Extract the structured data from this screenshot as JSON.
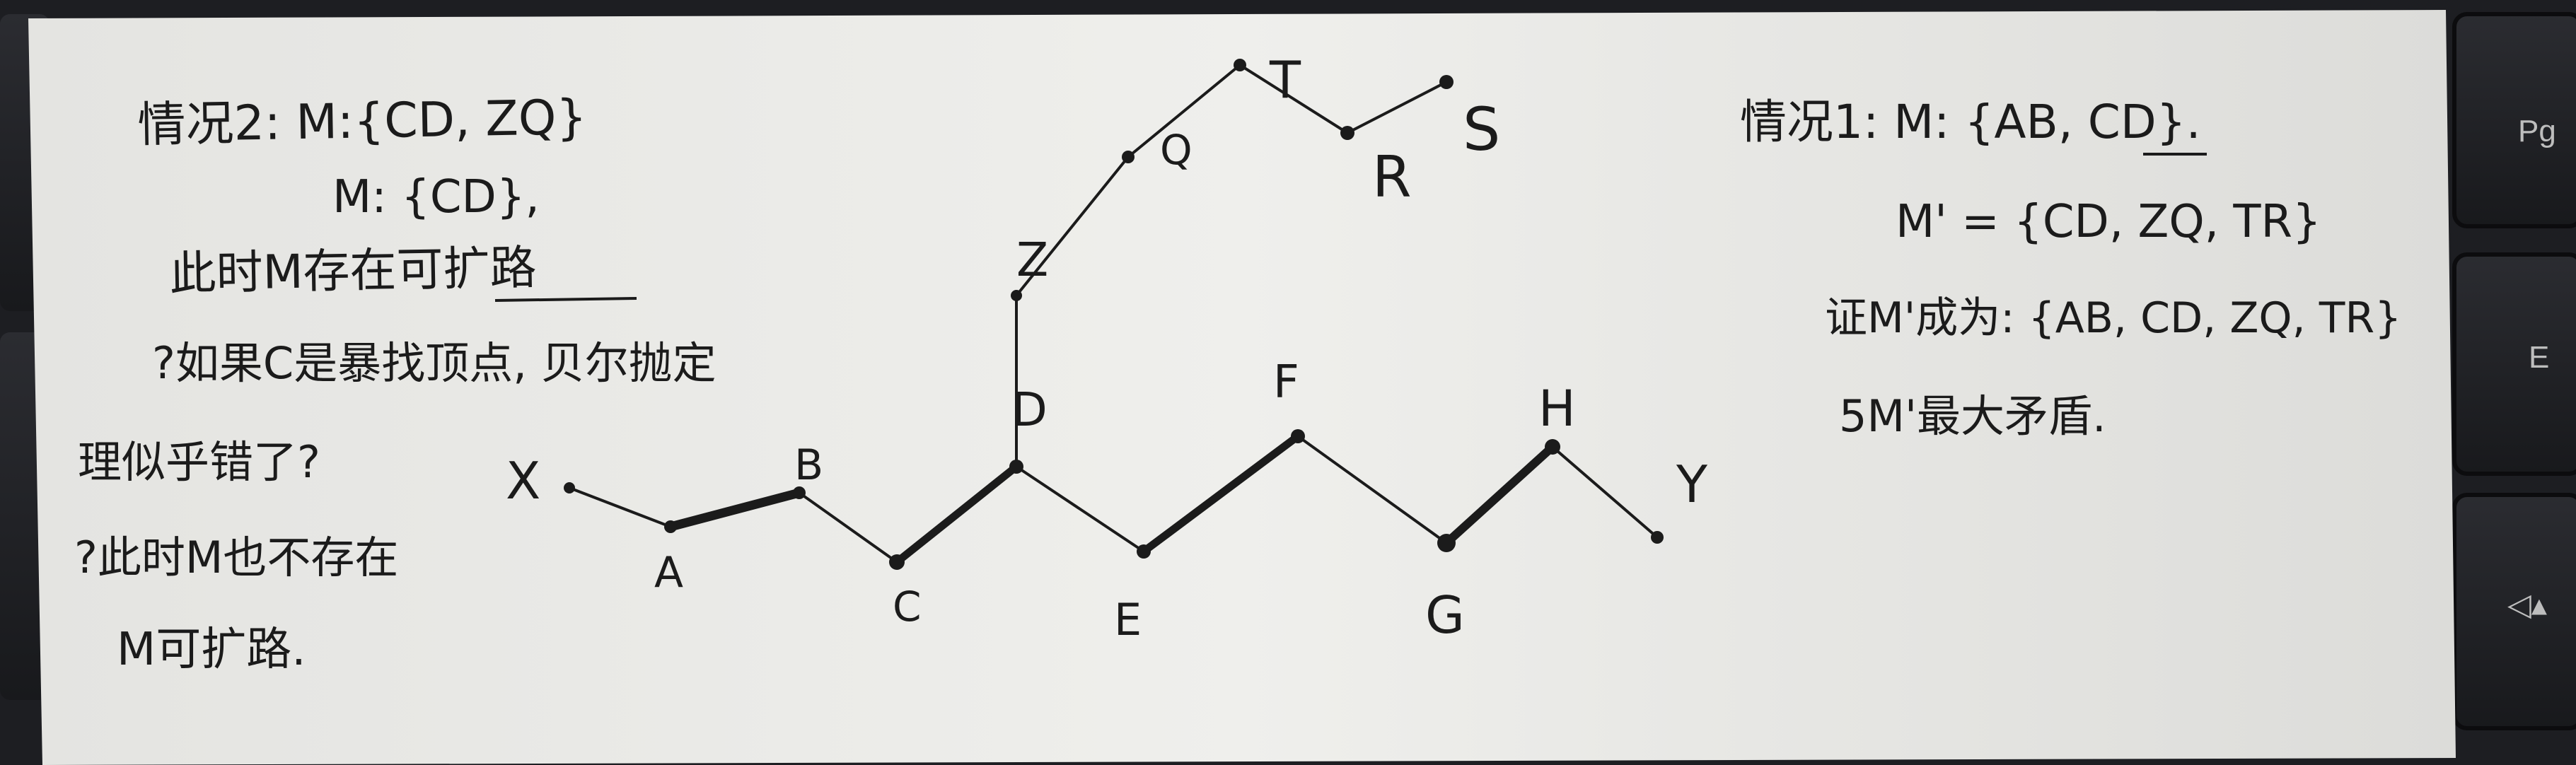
{
  "left_note": {
    "line1": "情况2: M:{CD, ZQ}",
    "line2": "M: {CD},",
    "line3": "此时M存在可扩路",
    "line4": "?如果C是暴找顶点, 贝尔抛定",
    "line5": "理似乎错了?",
    "line6": "?此时M也不存在",
    "line7": "M可扩路."
  },
  "right_note": {
    "line1": "情况1: M: {AB, CD}.",
    "line2": "M' = {CD, ZQ, TR}",
    "line3": "证M'成为: {AB, CD, ZQ, TR}",
    "line4": "5M'最大矛盾."
  },
  "graph": {
    "labels": {
      "X": "X",
      "A": "A",
      "B": "B",
      "C": "C",
      "D": "D",
      "E": "E",
      "F": "F",
      "G": "G",
      "H": "H",
      "Y": "Y",
      "Z": "Z",
      "Q": "Q",
      "T": "T",
      "R": "R",
      "S": "S"
    }
  },
  "keyboard": {
    "keys": [
      "Pg",
      "E",
      "◁▴"
    ]
  },
  "colors": {
    "paper": "#ebebe8",
    "ink": "#1b1b1b",
    "background": "#1d1e22"
  }
}
